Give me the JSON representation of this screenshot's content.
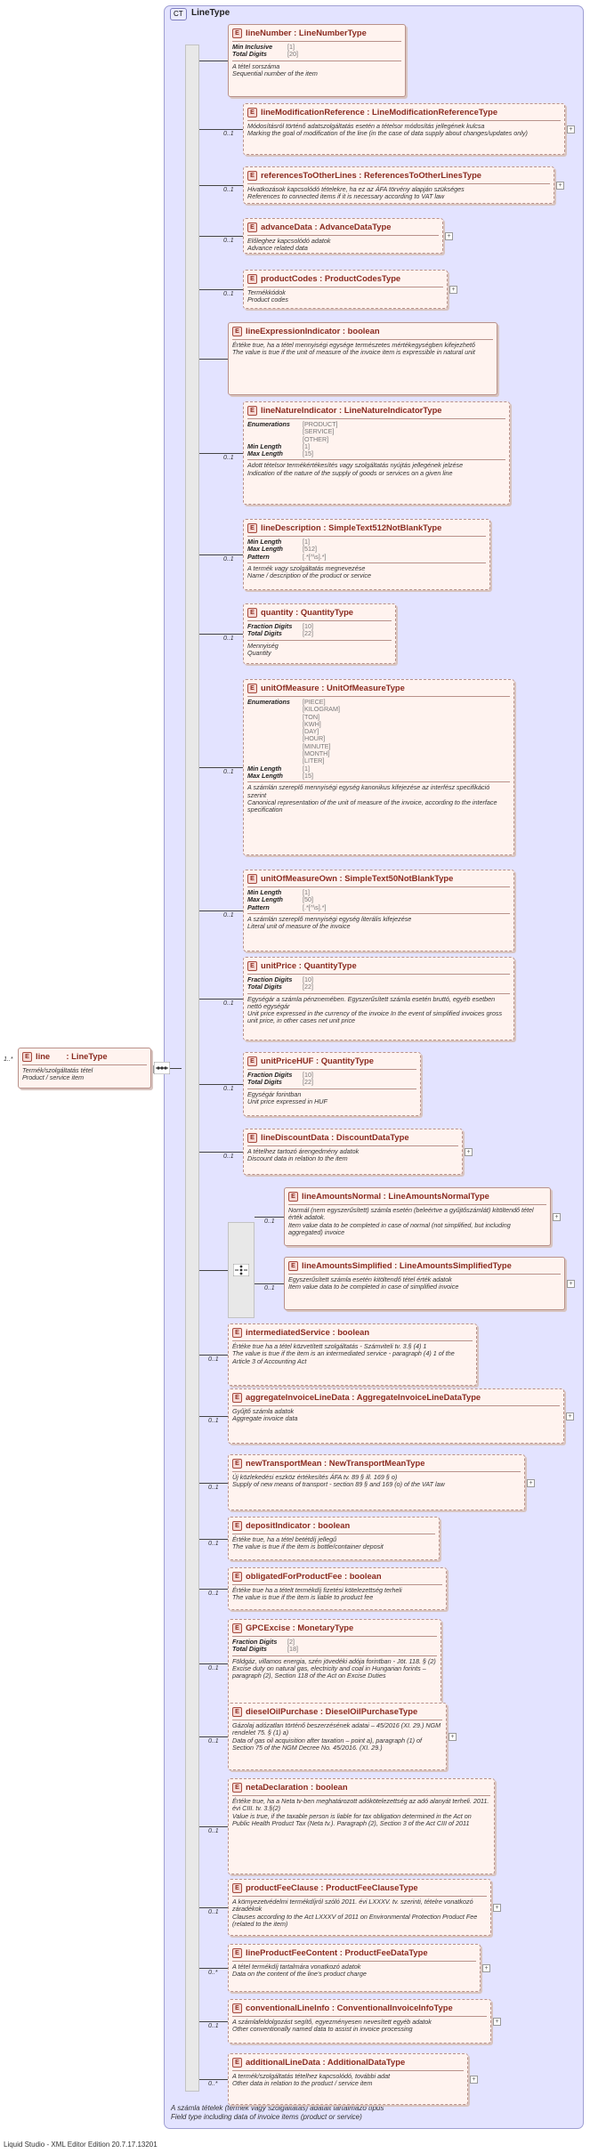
{
  "complex_type": {
    "tag": "CT",
    "name": "LineType",
    "doc": [
      "A számla tételek (termék vagy szolgáltatás) adatait tartalmazó típus",
      "Field type including data of invoice items (product or service)"
    ]
  },
  "root_element": {
    "name": "line",
    "type": "LineType",
    "occurs": "1..*",
    "doc": [
      "Termék/szolgáltatás tétel",
      "Product / service item"
    ]
  },
  "footer": "Liquid Studio - XML Editor Edition 20.7.17.13201",
  "elements": [
    {
      "name": "lineNumber",
      "type": "LineNumberType",
      "optional": false,
      "facets": [
        [
          "Min Inclusive",
          "[1]"
        ],
        [
          "Total Digits",
          "[20]"
        ]
      ],
      "doc": [
        "A tétel sorszáma",
        "Sequential number of the item"
      ]
    },
    {
      "name": "lineModificationReference",
      "type": "LineModificationReferenceType",
      "optional": true,
      "occurs": "0..1",
      "expand": true,
      "doc": [
        "Módosításról történő adatszolgáltatás esetén a tételsor módosítás jellegének kulcsa",
        "Marking the goal of modification of the line (in the case of data supply about changes/updates only)"
      ]
    },
    {
      "name": "referencesToOtherLines",
      "type": "ReferencesToOtherLinesType",
      "optional": true,
      "occurs": "0..1",
      "expand": true,
      "doc": [
        "Hivatkozások kapcsolódó tételekre, ha ez az ÁFA törvény alapján szükséges",
        "References to connected items if it is necessary according to VAT law"
      ]
    },
    {
      "name": "advanceData",
      "type": "AdvanceDataType",
      "optional": true,
      "occurs": "0..1",
      "expand": true,
      "doc": [
        "Előleghez kapcsolódó adatok",
        "Advance related data"
      ]
    },
    {
      "name": "productCodes",
      "type": "ProductCodesType",
      "optional": true,
      "occurs": "0..1",
      "expand": true,
      "doc": [
        "Termékkódok",
        "Product codes"
      ]
    },
    {
      "name": "lineExpressionIndicator",
      "type": "boolean",
      "optional": false,
      "doc": [
        "Értéke true, ha a tétel mennyiségi egysége természetes mértékegységben kifejezhető",
        "The value is true if the unit of measure of the invoice item is expressible in natural unit"
      ]
    },
    {
      "name": "lineNatureIndicator",
      "type": "LineNatureIndicatorType",
      "optional": true,
      "occurs": "0..1",
      "enums": [
        "[PRODUCT]",
        "[SERVICE]",
        "[OTHER]"
      ],
      "facets": [
        [
          "Min Length",
          "[1]"
        ],
        [
          "Max Length",
          "[15]"
        ]
      ],
      "doc": [
        "Adott tételsor termékértékesítés vagy szolgáltatás nyújtás jellegének jelzése",
        "Indication of the nature of the supply of goods or services on a given line"
      ]
    },
    {
      "name": "lineDescription",
      "type": "SimpleText512NotBlankType",
      "optional": true,
      "occurs": "0..1",
      "facets": [
        [
          "Min Length",
          "[1]"
        ],
        [
          "Max Length",
          "[512]"
        ],
        [
          "Pattern",
          "[.*[^\\s].*]"
        ]
      ],
      "doc": [
        "A termék vagy szolgáltatás megnevezése",
        "Name / description of the product or service"
      ]
    },
    {
      "name": "quantity",
      "type": "QuantityType",
      "optional": true,
      "occurs": "0..1",
      "facets": [
        [
          "Fraction Digits",
          "[10]"
        ],
        [
          "Total Digits",
          "[22]"
        ]
      ],
      "doc": [
        "Mennyiség",
        "Quantity"
      ]
    },
    {
      "name": "unitOfMeasure",
      "type": "UnitOfMeasureType",
      "optional": true,
      "occurs": "0..1",
      "enums": [
        "[PIECE]",
        "[KILOGRAM]",
        "[TON]",
        "[KWH]",
        "[DAY]",
        "[HOUR]",
        "[MINUTE]",
        "[MONTH]",
        "[LITER]"
      ],
      "facets": [
        [
          "Min Length",
          "[1]"
        ],
        [
          "Max Length",
          "[15]"
        ]
      ],
      "doc": [
        "A számlán szereplő mennyiségi egység kanonikus kifejezése az interfész specifikáció szerint",
        "Canonical representation of the unit of measure of the invoice, according to the interface specification"
      ]
    },
    {
      "name": "unitOfMeasureOwn",
      "type": "SimpleText50NotBlankType",
      "optional": true,
      "occurs": "0..1",
      "facets": [
        [
          "Min Length",
          "[1]"
        ],
        [
          "Max Length",
          "[50]"
        ],
        [
          "Pattern",
          "[.*[^\\s].*]"
        ]
      ],
      "doc": [
        "A számlán szereplő mennyiségi egység literális kifejezése",
        "Literal unit of measure of the invoice"
      ]
    },
    {
      "name": "unitPrice",
      "type": "QuantityType",
      "optional": true,
      "occurs": "0..1",
      "facets": [
        [
          "Fraction Digits",
          "[10]"
        ],
        [
          "Total Digits",
          "[22]"
        ]
      ],
      "doc": [
        "Egységár a számla pénznemében. Egyszerűsített számla esetén bruttó, egyéb esetben nettó egységár",
        "Unit price expressed in the currency of the invoice In the event of simplified invoices gross unit price, in other cases net unit price"
      ]
    },
    {
      "name": "unitPriceHUF",
      "type": "QuantityType",
      "optional": true,
      "occurs": "0..1",
      "facets": [
        [
          "Fraction Digits",
          "[10]"
        ],
        [
          "Total Digits",
          "[22]"
        ]
      ],
      "doc": [
        "Egységár forintban",
        "Unit price expressed in HUF"
      ]
    },
    {
      "name": "lineDiscountData",
      "type": "DiscountDataType",
      "optional": true,
      "occurs": "0..1",
      "expand": true,
      "doc": [
        "A tételhez tartozó árengedmény adatok",
        "Discount data in relation to the item"
      ]
    },
    {
      "name": "lineAmountsNormal",
      "type": "LineAmountsNormalType",
      "optional": false,
      "occurs": "0..1",
      "expand": true,
      "doc": [
        "Normál (nem egyszerűsített) számla esetén (beleértve a gyűjtőszámlát) kitöltendő tétel érték adatok.",
        "Item value data to be completed in case of normal (not simplified, but including aggregated) invoice"
      ]
    },
    {
      "name": "lineAmountsSimplified",
      "type": "LineAmountsSimplifiedType",
      "optional": false,
      "occurs": "0..1",
      "expand": true,
      "doc": [
        "Egyszerűsített számla esetén kitöltendő tétel érték adatok",
        "Item value data to be completed in case of simplified invoice"
      ]
    },
    {
      "name": "intermediatedService",
      "type": "boolean",
      "optional": true,
      "occurs": "0..1",
      "doc": [
        "Értéke true ha a tétel közvetített szolgáltatás - Számviteli tv. 3.§ (4) 1",
        "The value is true if the item is an intermediated service - paragraph (4) 1 of the Article 3 of Accounting Act"
      ]
    },
    {
      "name": "aggregateInvoiceLineData",
      "type": "AggregateInvoiceLineDataType",
      "optional": true,
      "occurs": "0..1",
      "expand": true,
      "doc": [
        "Gyűjtő számla adatok",
        "Aggregate invoice data"
      ]
    },
    {
      "name": "newTransportMean",
      "type": "NewTransportMeanType",
      "optional": true,
      "occurs": "0..1",
      "expand": true,
      "doc": [
        "Új közlekedési eszköz értékesítés ÁFA tv. 89 § ill. 169 § o)",
        "Supply of new means of transport - section 89 § and 169 (o) of the VAT law"
      ]
    },
    {
      "name": "depositIndicator",
      "type": "boolean",
      "optional": true,
      "occurs": "0..1",
      "doc": [
        "Értéke true, ha a tétel betétdíj jellegű",
        "The value is true if the item is bottle/container deposit"
      ]
    },
    {
      "name": "obligatedForProductFee",
      "type": "boolean",
      "optional": true,
      "occurs": "0..1",
      "doc": [
        "Értéke true ha a tételt termékdíj fizetési kötelezettség terheli",
        "The value is true if the item is liable to product fee"
      ]
    },
    {
      "name": "GPCExcise",
      "type": "MonetaryType",
      "optional": true,
      "occurs": "0..1",
      "facets": [
        [
          "Fraction Digits",
          "[2]"
        ],
        [
          "Total Digits",
          "[18]"
        ]
      ],
      "doc": [
        "Földgáz, villamos energia, szén jövedéki adója forintban - Jöt. 118. § (2)",
        "Excise duty on natural gas, electricity and coal in Hungarian forints – paragraph (2), Section 118 of the Act on Excise Duties"
      ]
    },
    {
      "name": "dieselOilPurchase",
      "type": "DieselOilPurchaseType",
      "optional": true,
      "occurs": "0..1",
      "expand": true,
      "doc": [
        "Gázolaj adózatlan történő beszerzésének adatai – 45/2016 (XI. 29.) NGM rendelet 75. § (1) a)",
        "Data of gas oil acquisition after taxation – point a), paragraph (1) of Section 75 of the NGM Decree No. 45/2016. (XI. 29.)"
      ]
    },
    {
      "name": "netaDeclaration",
      "type": "boolean",
      "optional": true,
      "occurs": "0..1",
      "doc": [
        "Értéke true, ha a Neta tv-ben meghatározott adókötelezettség az adó alanyát terheli. 2011. évi CIII. tv. 3.§(2)",
        "Value is true, if the taxable person is liable for tax obligation determined in the Act on Public Health Product Tax (Neta tv.). Paragraph (2), Section 3 of the Act CIII of 2011"
      ]
    },
    {
      "name": "productFeeClause",
      "type": "ProductFeeClauseType",
      "optional": true,
      "occurs": "0..1",
      "expand": true,
      "doc": [
        "A környezetvédelmi termékdíjról szóló 2011. évi LXXXV. tv. szerinti, tételre vonatkozó záradékok",
        "Clauses according to the Act LXXXV of 2011 on Environmental Protection Product Fee (related to the item)"
      ]
    },
    {
      "name": "lineProductFeeContent",
      "type": "ProductFeeDataType",
      "optional": true,
      "occurs": "0..*",
      "expand": true,
      "doc": [
        "A tétel termékdíj tartalmára vonatkozó adatok",
        "Data on the content of the line's product charge"
      ]
    },
    {
      "name": "conventionalLineInfo",
      "type": "ConventionalInvoiceInfoType",
      "optional": true,
      "occurs": "0..1",
      "expand": true,
      "doc": [
        "A számlafeldolgozást segítő, egyezményesen nevesített egyéb adatok",
        "Other conventionally named data to assist in invoice processing"
      ]
    },
    {
      "name": "additionalLineData",
      "type": "AdditionalDataType",
      "optional": true,
      "occurs": "0..*",
      "expand": true,
      "doc": [
        "A termék/szolgáltatás tételhez kapcsolódó, további adat",
        "Other data in relation to the product / service item"
      ]
    }
  ]
}
